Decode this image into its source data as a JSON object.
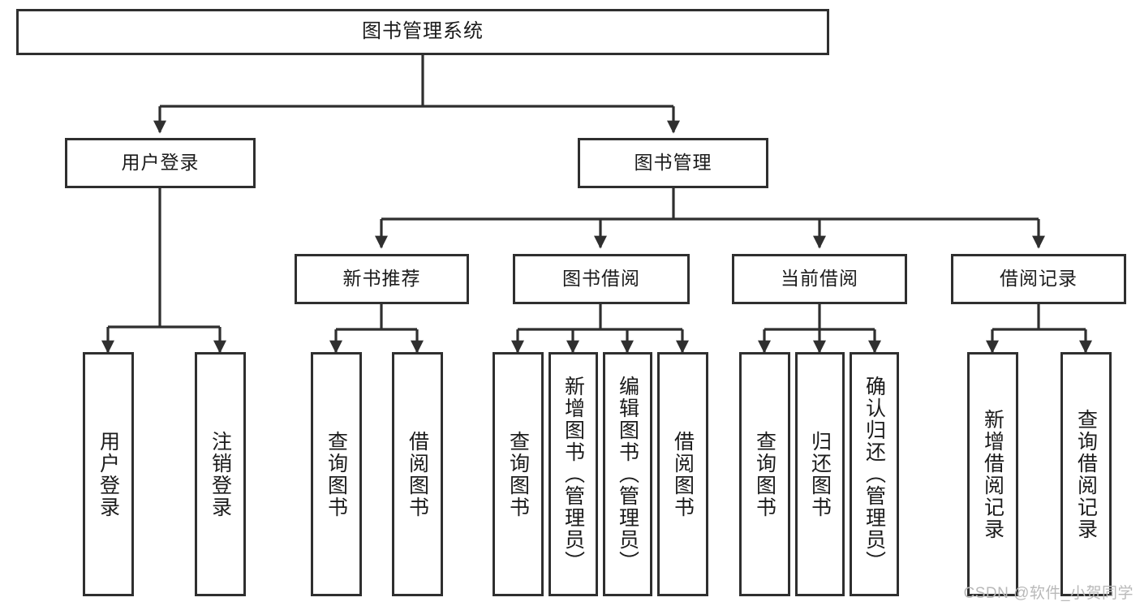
{
  "diagram": {
    "title": "图书管理系统",
    "type": "tree",
    "stroke_color": "#2f2f2f",
    "fill_color": "#ffffff",
    "text_color": "#1b1b1b",
    "watermark": "CSDN @软件_小贺同学"
  },
  "nodes": {
    "root": {
      "label": "图书管理系统"
    },
    "level2": [
      {
        "label": "用户登录"
      },
      {
        "label": "图书管理"
      }
    ],
    "level3": [
      {
        "label": "新书推荐"
      },
      {
        "label": "图书借阅"
      },
      {
        "label": "当前借阅"
      },
      {
        "label": "借阅记录"
      }
    ],
    "leaves": {
      "user_login": [
        {
          "label": "用户登录"
        },
        {
          "label": "注销登录"
        }
      ],
      "new_book_rec": [
        {
          "label": "查询图书"
        },
        {
          "label": "借阅图书"
        }
      ],
      "book_borrow": [
        {
          "label": "查询图书"
        },
        {
          "label": "新增图书（管理员）"
        },
        {
          "label": "编辑图书（管理员）"
        },
        {
          "label": "借阅图书"
        }
      ],
      "current_borrow": [
        {
          "label": "查询图书"
        },
        {
          "label": "归还图书"
        },
        {
          "label": "确认归还（管理员）"
        }
      ],
      "borrow_record": [
        {
          "label": "新增借阅记录"
        },
        {
          "label": "查询借阅记录"
        }
      ]
    }
  }
}
